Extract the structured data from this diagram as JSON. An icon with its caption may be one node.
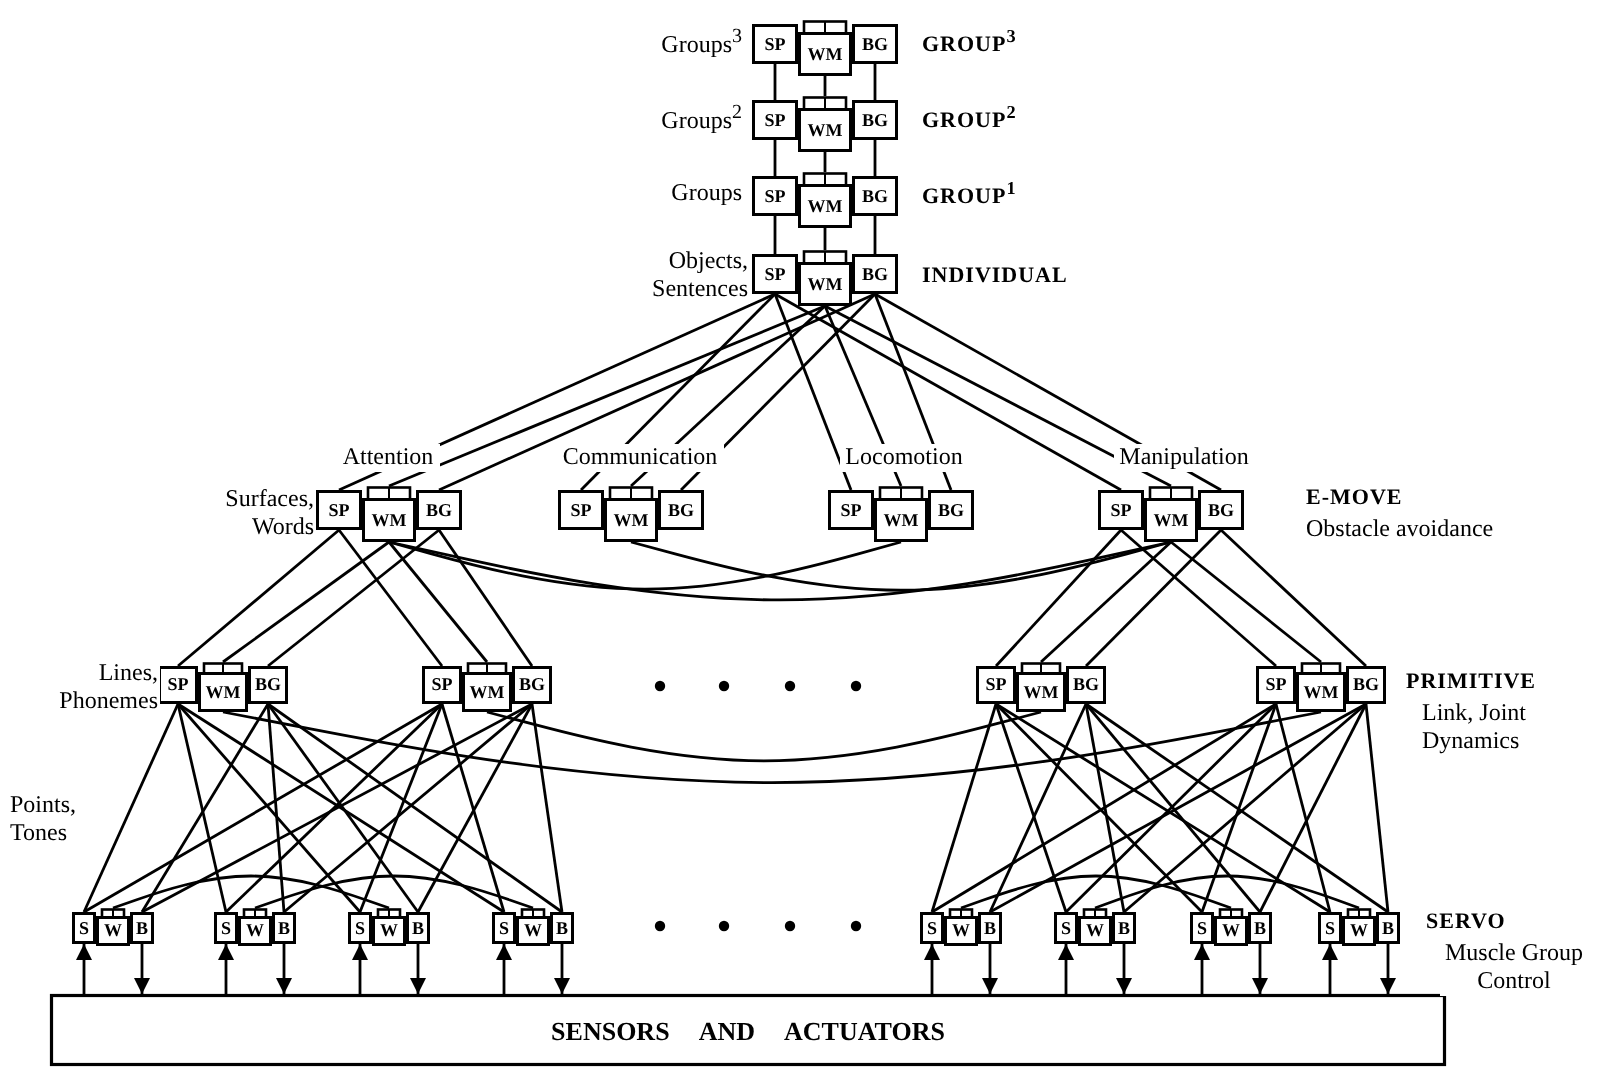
{
  "diagram": {
    "nodes": [
      {
        "text": [
          "SP"
        ]
      },
      {
        "text": [
          "WM"
        ]
      },
      {
        "text": [
          "BG"
        ]
      },
      {
        "text": [
          "SP"
        ]
      },
      {
        "text": [
          "WM"
        ]
      },
      {
        "text": [
          "BG"
        ]
      },
      {
        "text": [
          "SP"
        ]
      },
      {
        "text": [
          "WM"
        ]
      },
      {
        "text": [
          "BG"
        ]
      },
      {
        "text": [
          "SP"
        ]
      },
      {
        "text": [
          "WM"
        ]
      },
      {
        "text": [
          "BG"
        ]
      },
      {
        "text": [
          "SP"
        ]
      },
      {
        "text": [
          "WM"
        ]
      },
      {
        "text": [
          "BG"
        ]
      },
      {
        "text": [
          "SP"
        ]
      },
      {
        "text": [
          "WM"
        ]
      },
      {
        "text": [
          "BG"
        ]
      },
      {
        "text": [
          "SP"
        ]
      },
      {
        "text": [
          "WM"
        ]
      },
      {
        "text": [
          "BG"
        ]
      },
      {
        "text": [
          "SP"
        ]
      },
      {
        "text": [
          "WM"
        ]
      },
      {
        "text": [
          "BG"
        ]
      },
      {
        "text": [
          "SP"
        ]
      },
      {
        "text": [
          "WM"
        ]
      },
      {
        "text": [
          "BG"
        ]
      },
      {
        "text": [
          "SP"
        ]
      },
      {
        "text": [
          "WM"
        ]
      },
      {
        "text": [
          "BG"
        ]
      },
      {
        "text": [
          "SP"
        ]
      },
      {
        "text": [
          "WM"
        ]
      },
      {
        "text": [
          "BG"
        ]
      },
      {
        "text": [
          "SP"
        ]
      },
      {
        "text": [
          "WM"
        ]
      },
      {
        "text": [
          "BG"
        ]
      },
      {
        "text": [
          "S"
        ]
      },
      {
        "text": [
          "W"
        ]
      },
      {
        "text": [
          "B"
        ]
      },
      {
        "text": [
          "S"
        ]
      },
      {
        "text": [
          "W"
        ]
      },
      {
        "text": [
          "B"
        ]
      },
      {
        "text": [
          "S"
        ]
      },
      {
        "text": [
          "W"
        ]
      },
      {
        "text": [
          "B"
        ]
      },
      {
        "text": [
          "S"
        ]
      },
      {
        "text": [
          "W"
        ]
      },
      {
        "text": [
          "B"
        ]
      },
      {
        "text": [
          "S"
        ]
      },
      {
        "text": [
          "W"
        ]
      },
      {
        "text": [
          "B"
        ]
      },
      {
        "text": [
          "S"
        ]
      },
      {
        "text": [
          "W"
        ]
      },
      {
        "text": [
          "B"
        ]
      },
      {
        "text": [
          "S"
        ]
      },
      {
        "text": [
          "W"
        ]
      },
      {
        "text": [
          "B"
        ]
      },
      {
        "text": [
          "S"
        ]
      },
      {
        "text": [
          "W"
        ]
      },
      {
        "text": [
          "B"
        ]
      },
      {
        "text": [
          "SENSORS AND ACTUATORS"
        ]
      }
    ],
    "edges": [
      {
        "from": 0,
        "to": 3,
        "arrow": "none"
      },
      {
        "from": 1,
        "to": 4,
        "arrow": "none"
      },
      {
        "from": 2,
        "to": 5,
        "arrow": "none"
      },
      {
        "from": 3,
        "to": 6,
        "arrow": "none"
      },
      {
        "from": 4,
        "to": 7,
        "arrow": "none"
      },
      {
        "from": 5,
        "to": 8,
        "arrow": "none"
      },
      {
        "from": 6,
        "to": 9,
        "arrow": "none"
      },
      {
        "from": 7,
        "to": 10,
        "arrow": "none"
      },
      {
        "from": 8,
        "to": 11,
        "arrow": "none"
      },
      {
        "from": 9,
        "to": 12,
        "arrow": "none"
      },
      {
        "from": 10,
        "to": 13,
        "arrow": "none"
      },
      {
        "from": 11,
        "to": 14,
        "arrow": "none"
      },
      {
        "from": 9,
        "to": 15,
        "arrow": "none"
      },
      {
        "from": 10,
        "to": 16,
        "arrow": "none"
      },
      {
        "from": 11,
        "to": 17,
        "arrow": "none"
      },
      {
        "from": 9,
        "to": 18,
        "arrow": "none"
      },
      {
        "from": 10,
        "to": 19,
        "arrow": "none"
      },
      {
        "from": 11,
        "to": 20,
        "arrow": "none"
      },
      {
        "from": 9,
        "to": 21,
        "arrow": "none"
      },
      {
        "from": 10,
        "to": 22,
        "arrow": "none"
      },
      {
        "from": 11,
        "to": 23,
        "arrow": "none"
      },
      {
        "from": 13,
        "to": 22,
        "arrow": "none"
      },
      {
        "from": 13,
        "to": 19,
        "arrow": "none"
      },
      {
        "from": 16,
        "to": 22,
        "arrow": "none"
      },
      {
        "from": 12,
        "to": 24,
        "arrow": "none"
      },
      {
        "from": 13,
        "to": 25,
        "arrow": "none"
      },
      {
        "from": 14,
        "to": 26,
        "arrow": "none"
      },
      {
        "from": 12,
        "to": 27,
        "arrow": "none"
      },
      {
        "from": 13,
        "to": 28,
        "arrow": "none"
      },
      {
        "from": 14,
        "to": 29,
        "arrow": "none"
      },
      {
        "from": 21,
        "to": 30,
        "arrow": "none"
      },
      {
        "from": 22,
        "to": 31,
        "arrow": "none"
      },
      {
        "from": 23,
        "to": 32,
        "arrow": "none"
      },
      {
        "from": 21,
        "to": 33,
        "arrow": "none"
      },
      {
        "from": 22,
        "to": 34,
        "arrow": "none"
      },
      {
        "from": 23,
        "to": 35,
        "arrow": "none"
      },
      {
        "from": 25,
        "to": 34,
        "arrow": "none"
      },
      {
        "from": 28,
        "to": 31,
        "arrow": "none"
      },
      {
        "from": 24,
        "to": 36,
        "arrow": "none"
      },
      {
        "from": 26,
        "to": 38,
        "arrow": "none"
      },
      {
        "from": 24,
        "to": 39,
        "arrow": "none"
      },
      {
        "from": 26,
        "to": 41,
        "arrow": "none"
      },
      {
        "from": 24,
        "to": 42,
        "arrow": "none"
      },
      {
        "from": 26,
        "to": 44,
        "arrow": "none"
      },
      {
        "from": 24,
        "to": 45,
        "arrow": "none"
      },
      {
        "from": 26,
        "to": 47,
        "arrow": "none"
      },
      {
        "from": 27,
        "to": 36,
        "arrow": "none"
      },
      {
        "from": 29,
        "to": 38,
        "arrow": "none"
      },
      {
        "from": 27,
        "to": 39,
        "arrow": "none"
      },
      {
        "from": 29,
        "to": 41,
        "arrow": "none"
      },
      {
        "from": 27,
        "to": 42,
        "arrow": "none"
      },
      {
        "from": 29,
        "to": 44,
        "arrow": "none"
      },
      {
        "from": 27,
        "to": 45,
        "arrow": "none"
      },
      {
        "from": 29,
        "to": 47,
        "arrow": "none"
      },
      {
        "from": 30,
        "to": 48,
        "arrow": "none"
      },
      {
        "from": 32,
        "to": 50,
        "arrow": "none"
      },
      {
        "from": 30,
        "to": 51,
        "arrow": "none"
      },
      {
        "from": 32,
        "to": 53,
        "arrow": "none"
      },
      {
        "from": 30,
        "to": 54,
        "arrow": "none"
      },
      {
        "from": 32,
        "to": 56,
        "arrow": "none"
      },
      {
        "from": 30,
        "to": 57,
        "arrow": "none"
      },
      {
        "from": 32,
        "to": 59,
        "arrow": "none"
      },
      {
        "from": 33,
        "to": 48,
        "arrow": "none"
      },
      {
        "from": 35,
        "to": 50,
        "arrow": "none"
      },
      {
        "from": 33,
        "to": 51,
        "arrow": "none"
      },
      {
        "from": 35,
        "to": 53,
        "arrow": "none"
      },
      {
        "from": 33,
        "to": 54,
        "arrow": "none"
      },
      {
        "from": 35,
        "to": 56,
        "arrow": "none"
      },
      {
        "from": 33,
        "to": 57,
        "arrow": "none"
      },
      {
        "from": 35,
        "to": 59,
        "arrow": "none"
      },
      {
        "from": 37,
        "to": 43,
        "arrow": "none"
      },
      {
        "from": 40,
        "to": 46,
        "arrow": "none"
      },
      {
        "from": 49,
        "to": 55,
        "arrow": "none"
      },
      {
        "from": 52,
        "to": 58,
        "arrow": "none"
      },
      {
        "from": 60,
        "to": 36,
        "arrow": "to"
      },
      {
        "from": 38,
        "to": 60,
        "arrow": "to"
      },
      {
        "from": 60,
        "to": 39,
        "arrow": "to"
      },
      {
        "from": 41,
        "to": 60,
        "arrow": "to"
      },
      {
        "from": 60,
        "to": 42,
        "arrow": "to"
      },
      {
        "from": 44,
        "to": 60,
        "arrow": "to"
      },
      {
        "from": 60,
        "to": 45,
        "arrow": "to"
      },
      {
        "from": 47,
        "to": 60,
        "arrow": "to"
      },
      {
        "from": 60,
        "to": 48,
        "arrow": "to"
      },
      {
        "from": 50,
        "to": 60,
        "arrow": "to"
      },
      {
        "from": 60,
        "to": 51,
        "arrow": "to"
      },
      {
        "from": 53,
        "to": 60,
        "arrow": "to"
      },
      {
        "from": 60,
        "to": 54,
        "arrow": "to"
      },
      {
        "from": 56,
        "to": 60,
        "arrow": "to"
      },
      {
        "from": 60,
        "to": 57,
        "arrow": "to"
      },
      {
        "from": 59,
        "to": 60,
        "arrow": "to"
      }
    ],
    "labels": [
      "Groups$^{3}$",
      "GROUP$^{3}$",
      "Groups$^{2}$",
      "GROUP$^{2}$",
      "Groups",
      "GROUP$^{1}$",
      "Objects, Sentences",
      "INDIVIDUAL",
      "Attention",
      "Communication",
      "Locomotion",
      "Manipulation",
      "Surfaces, Words",
      "E-MOVE",
      "Obstacle avoidance",
      "Lines, Phonemes",
      "PRIMITIVE",
      "Link, Joint Dynamics",
      "Points, Tones",
      "SERVO",
      "Muscle Group Control"
    ]
  }
}
